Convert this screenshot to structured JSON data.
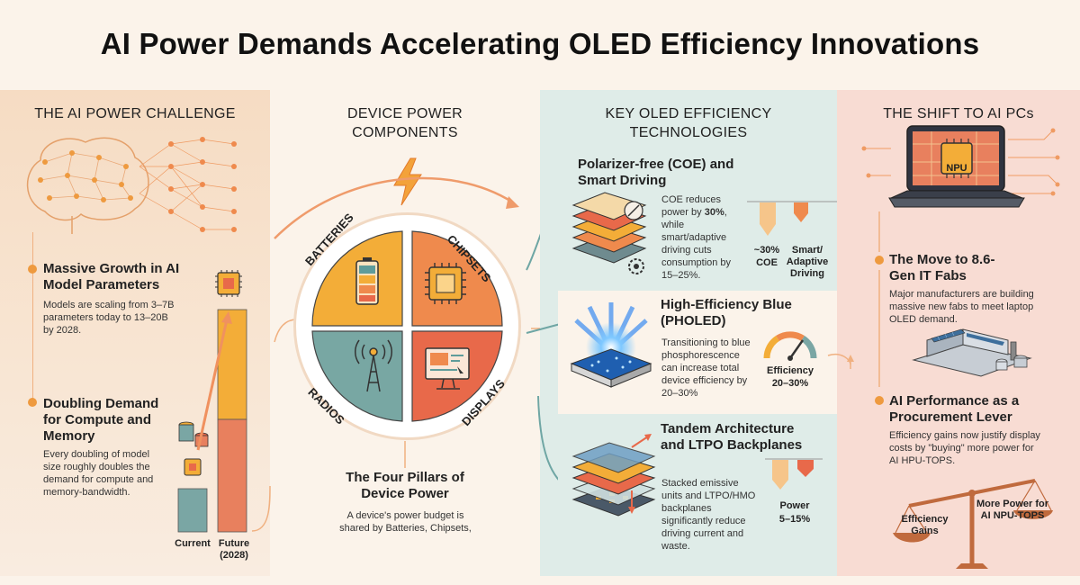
{
  "title": "AI Power Demands Accelerating OLED Efficiency Innovations",
  "panel1": {
    "heading": "THE AI POWER CHALLENGE",
    "growth": {
      "title": "Massive Growth in AI Model Parameters",
      "text": "Models are scaling from 3–7B parameters today to 13–20B by 2028."
    },
    "demand": {
      "title": "Doubling Demand for Compute and Memory",
      "text": "Every doubling of model size roughly doubles the demand for compute and memory-bandwidth."
    },
    "bars": {
      "current_label": "Current",
      "future_label": "Future",
      "future_sub": "(2028)"
    }
  },
  "panel2": {
    "heading": "DEVICE POWER COMPONENTS",
    "quadrants": [
      "BATTERIES",
      "CHIPSETS",
      "RADIOS",
      "DISPLAYS"
    ],
    "pillars_title": "The Four Pillars of Device Power",
    "pillars_text": "A device's power budget is shared by Batteries, Chipsets,"
  },
  "panel3": {
    "heading": "KEY OLED EFFICIENCY TECHNOLOGIES",
    "coe": {
      "title": "Polarizer-free (COE) and Smart Driving",
      "text_a": "COE reduces power by ",
      "text_b": "30%",
      "text_c": ", while smart/adaptive driving cuts consumption by 15–25%.",
      "bar1_value": "~30%",
      "bar1_name": "COE",
      "bar2_name": "Smart/ Adaptive Driving"
    },
    "pholed": {
      "title": "High-Efficiency Blue (PHOLED)",
      "text": "Transitioning to blue phosphorescence can increase total device efficiency by 20–30%",
      "gauge_label": "Efficiency",
      "gauge_value": "20–30%"
    },
    "tandem": {
      "title": "Tandem Architecture and LTPO Backplanes",
      "text": "Stacked emissive units and LTPO/HMO backplanes significantly reduce driving current and waste.",
      "power_label": "Power",
      "power_value": "5–15%"
    }
  },
  "panel4": {
    "heading": "THE SHIFT TO AI PCs",
    "npu_label": "NPU",
    "fabs": {
      "title": "The Move to 8.6-Gen IT Fabs",
      "text": "Major manufacturers are building massive new fabs to meet laptop OLED demand."
    },
    "lever": {
      "title": "AI Performance as a Procurement Lever",
      "text": "Efficiency gains now justify display costs by \"buying\" more power for AI HPU-TOPS.",
      "left_label": "Efficiency Gains",
      "right_label": "More Power for AI NPU-TOPS"
    }
  },
  "colors": {
    "orange": "#ee9a3f",
    "coral": "#e8694a",
    "teal": "#5f9c9a",
    "salmon": "#e8805e",
    "gold": "#f3ad38"
  }
}
